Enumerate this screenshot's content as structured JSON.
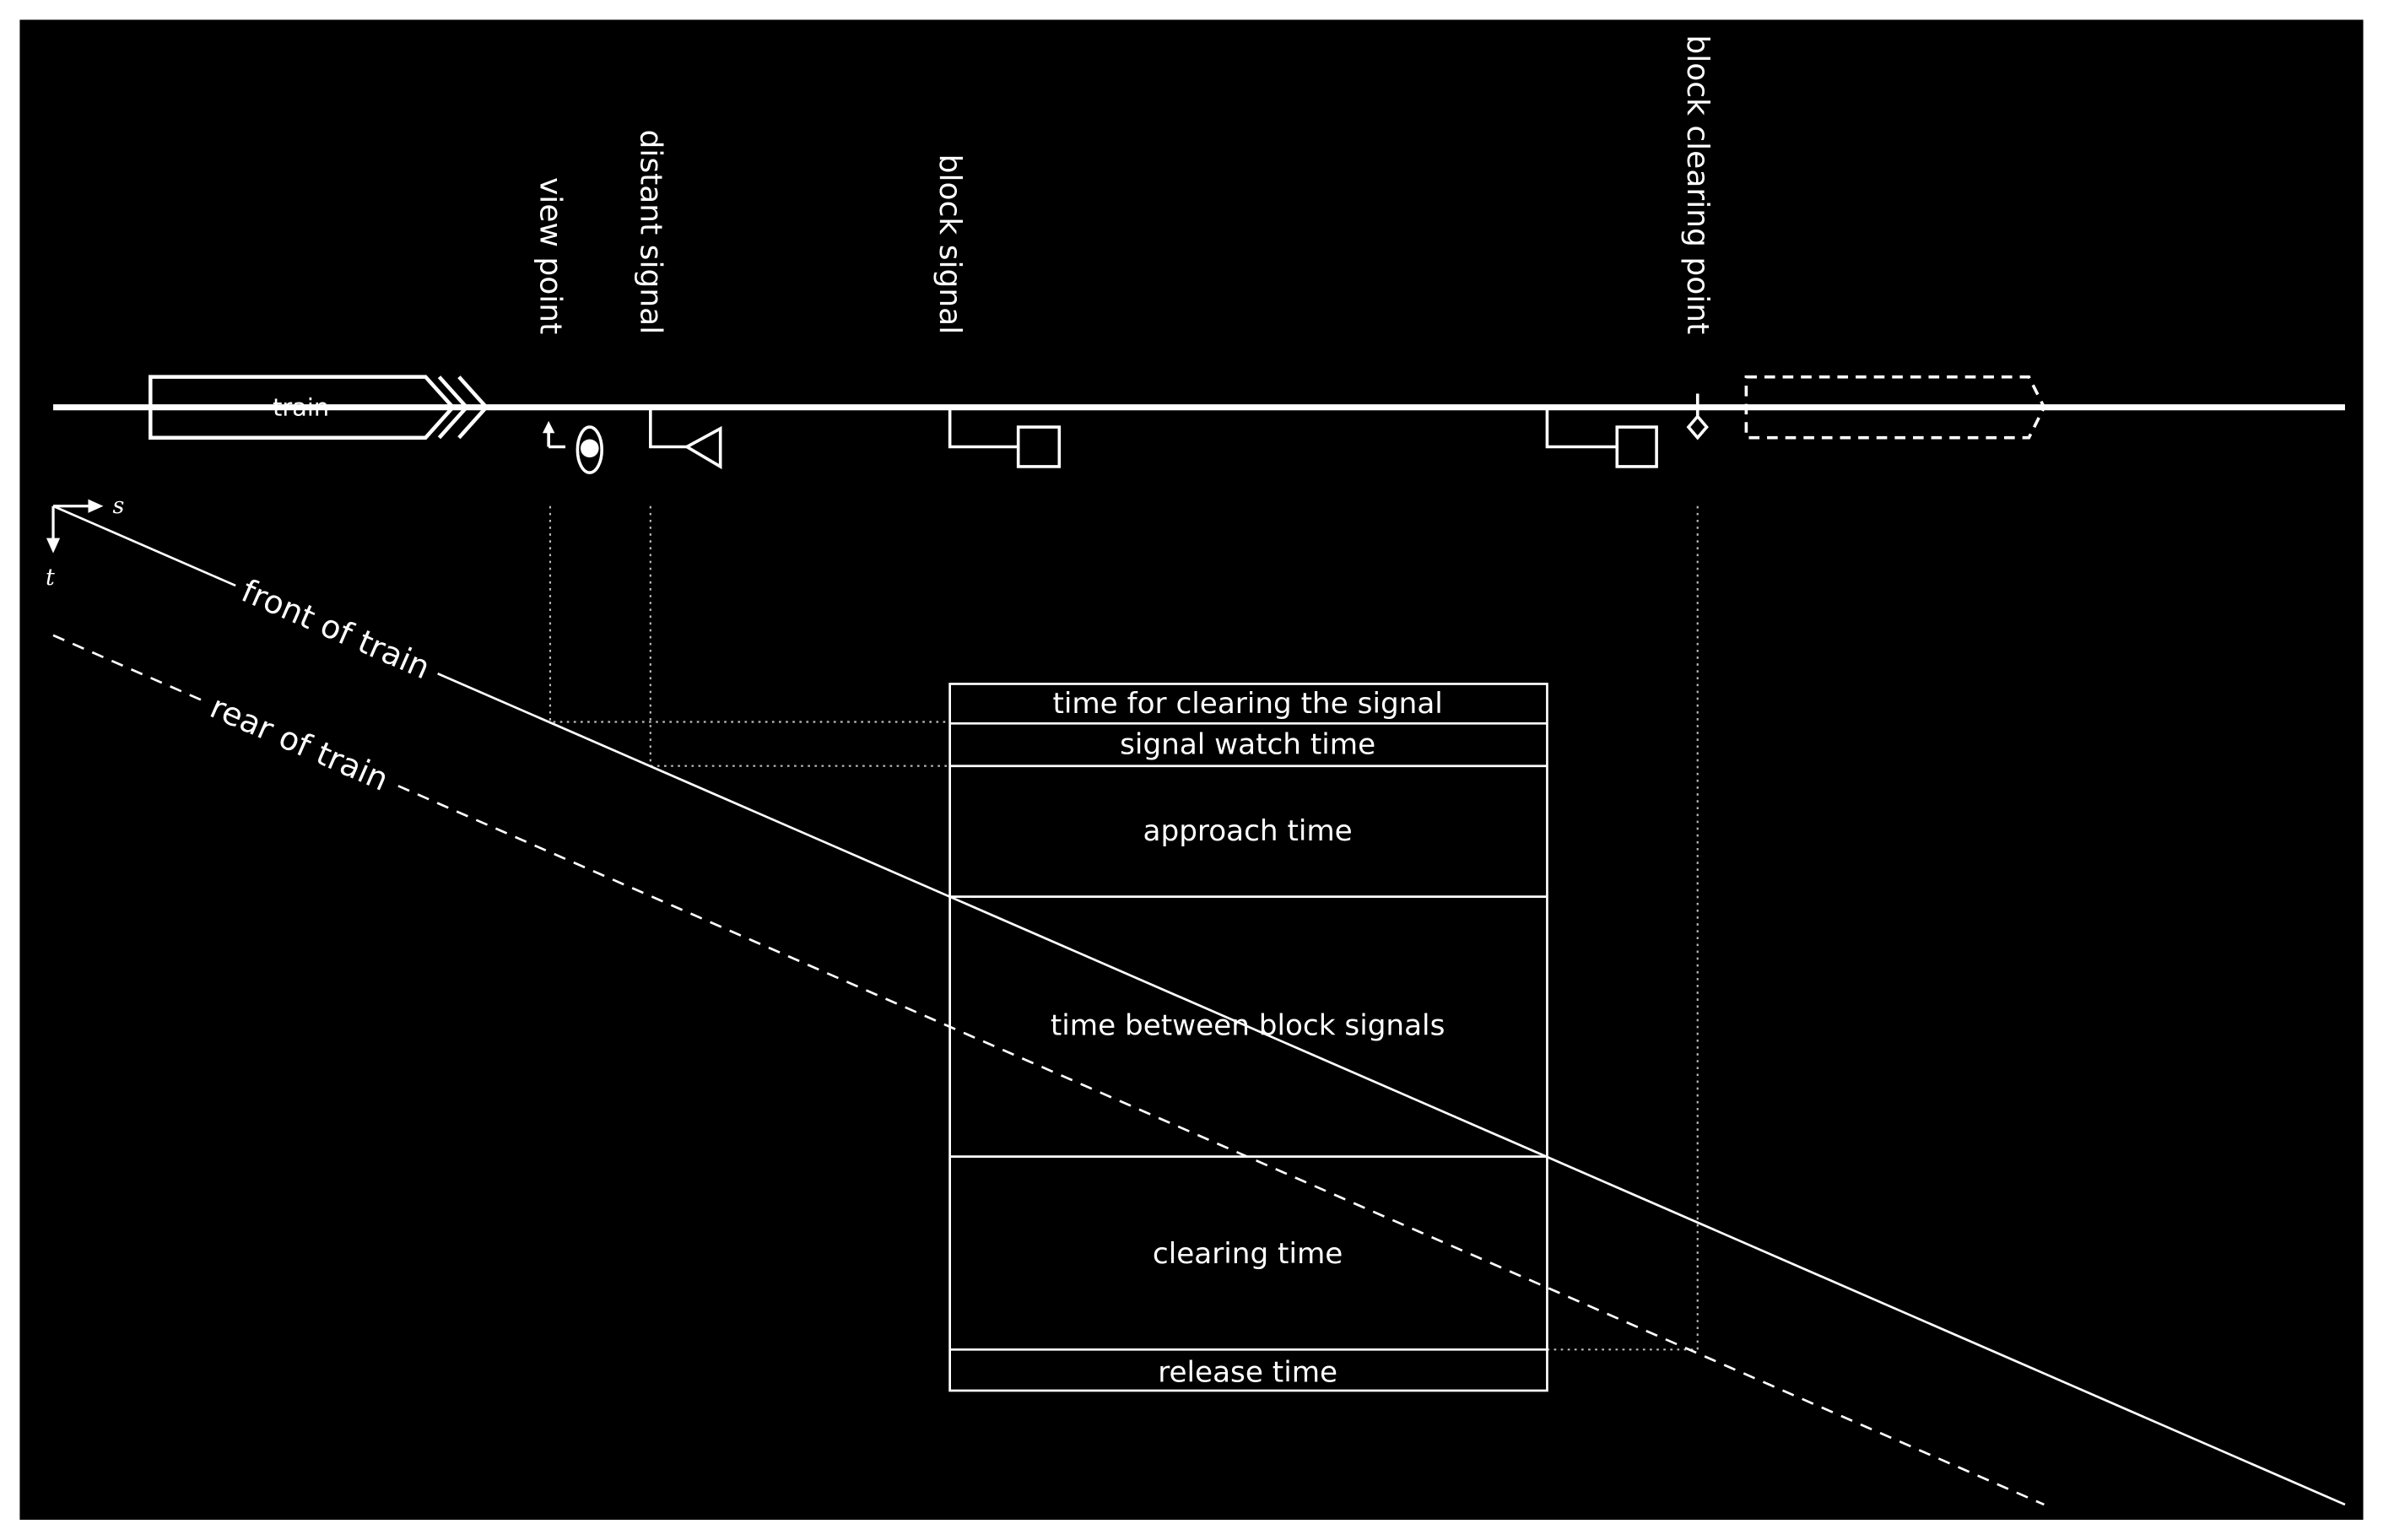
{
  "colors": {
    "page": "#ffffff",
    "background": "#000000",
    "foreground": "#ffffff",
    "guide": "#bbbbbb"
  },
  "track": {
    "train_label": "train"
  },
  "locations": {
    "view_point": "view point",
    "distant_signal": "distant signal",
    "block_signal": "block signal",
    "block_clearing_point": "block clearing point"
  },
  "icons": {
    "view_point": "eye-icon",
    "view_point_arrow": "up-arrow-icon",
    "distant_signal": "distant-signal-triangle-icon",
    "block_signal": "block-signal-square-icon",
    "block_clearing_point": "clearing-point-diamond-icon"
  },
  "axes": {
    "s": "s",
    "t": "t"
  },
  "lines": {
    "front": "front of train",
    "rear": "rear of train"
  },
  "blocking_time": {
    "rows": [
      "time for clearing the signal",
      "signal watch time",
      "approach time",
      "time between block signals",
      "clearing time",
      "release time"
    ]
  }
}
